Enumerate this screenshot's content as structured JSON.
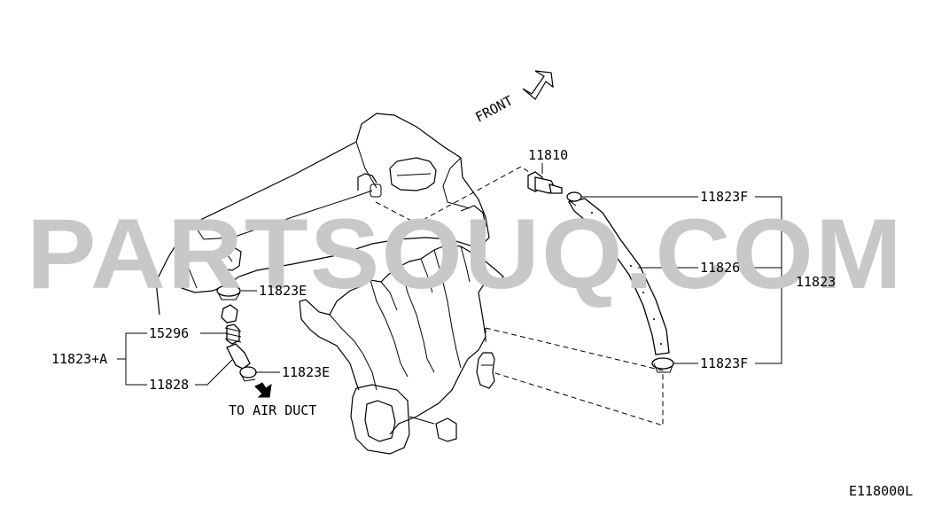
{
  "watermark": "PARTSOUQ.COM",
  "diagram_code": "E118000L",
  "orientation_label": "FRONT",
  "destination_label": "TO AIR DUCT",
  "part_labels": {
    "p11810": "11810",
    "p11823F_top": "11823F",
    "p11826": "11826",
    "p11823": "11823",
    "p11823F_bottom": "11823F",
    "p11823E_top": "11823E",
    "p15296": "15296",
    "p11823A": "11823+A",
    "p11828": "11828",
    "p11823E_bottom": "11823E"
  },
  "colors": {
    "watermark": "#c8c8c8",
    "ink": "#000000",
    "background": "#ffffff"
  }
}
